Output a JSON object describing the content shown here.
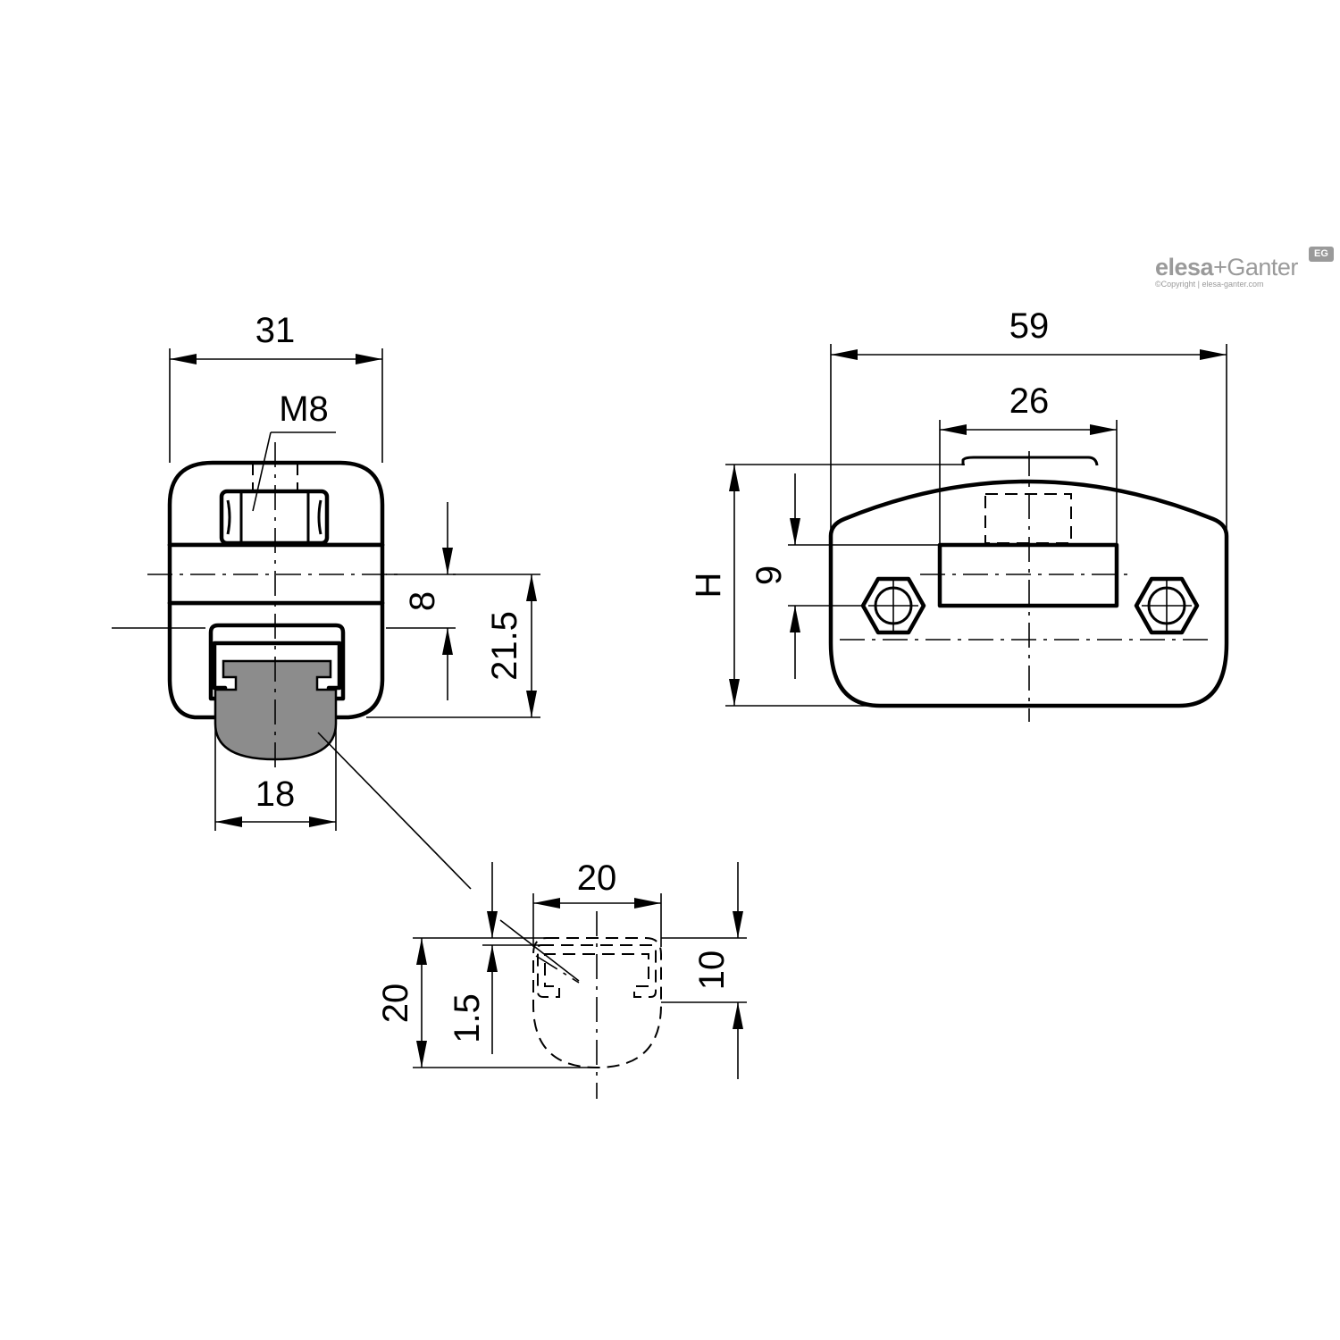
{
  "brand": {
    "name_left": "elesa",
    "name_plus": "+",
    "name_right": "Ganter",
    "mark": "EG",
    "copyright": "©Copyright | elesa-ganter.com"
  },
  "labels": {
    "thread": "M8"
  },
  "dimensions": {
    "width_side": "31",
    "slot_height": "8",
    "base_height": "21.5",
    "rail_width": "18",
    "width_front": "59",
    "width_inner": "26",
    "height_total": "H",
    "height_inner": "9",
    "profile_width": "20",
    "profile_height": "20",
    "profile_lip": "1.5",
    "profile_depth": "10"
  }
}
